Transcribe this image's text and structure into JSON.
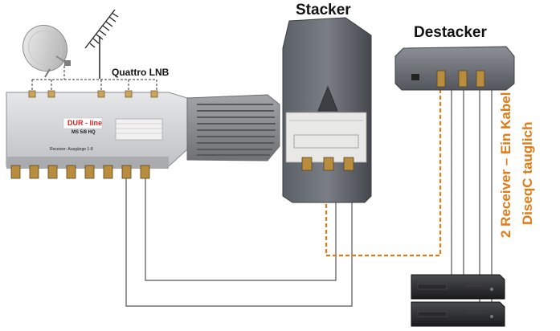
{
  "labels": {
    "stacker": "Stacker",
    "destacker": "Destacker",
    "lnb": "Quattro LNB",
    "note_line1": "2 Receiver – Ein Kabel",
    "note_line2": "DiseqC tauglich"
  },
  "multiswitch": {
    "brand": "DUR - line",
    "model": "MS 5/8 HQ",
    "outputs_caption": "Receiver- Ausgänge 1-8"
  },
  "colors": {
    "accent_orange": "#e07b16",
    "cable_gray": "#555555",
    "device_dark": "#4a4d52",
    "switch_body": "#d4d6d8"
  },
  "icons": [
    "satellite-dish-icon",
    "antenna-icon"
  ]
}
